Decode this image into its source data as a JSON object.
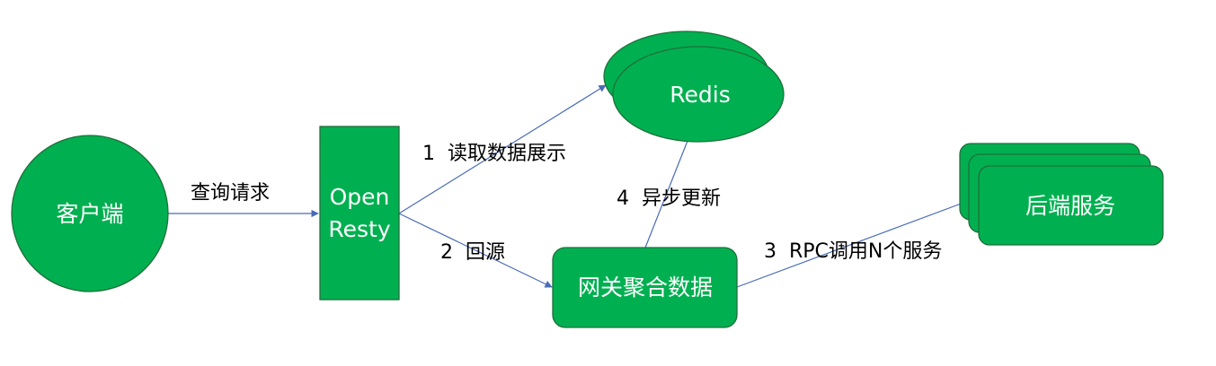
{
  "diagram": {
    "nodes": {
      "client": "客户端",
      "openresty_line1": "Open",
      "openresty_line2": "Resty",
      "redis": "Redis",
      "gateway": "网关聚合数据",
      "backend": "后端服务"
    },
    "edges": {
      "query_request": "查询请求",
      "read_show": "1  读取数据展示",
      "origin": "2  回源",
      "rpc_call": "3  RPC调用N个服务",
      "async_update": "4  异步更新"
    }
  },
  "colors": {
    "node_fill": "#00b050",
    "node_border": "#1f6f3a",
    "edge_line": "#4a6bb5",
    "label_text": "#000000",
    "node_text": "#ffffff"
  }
}
